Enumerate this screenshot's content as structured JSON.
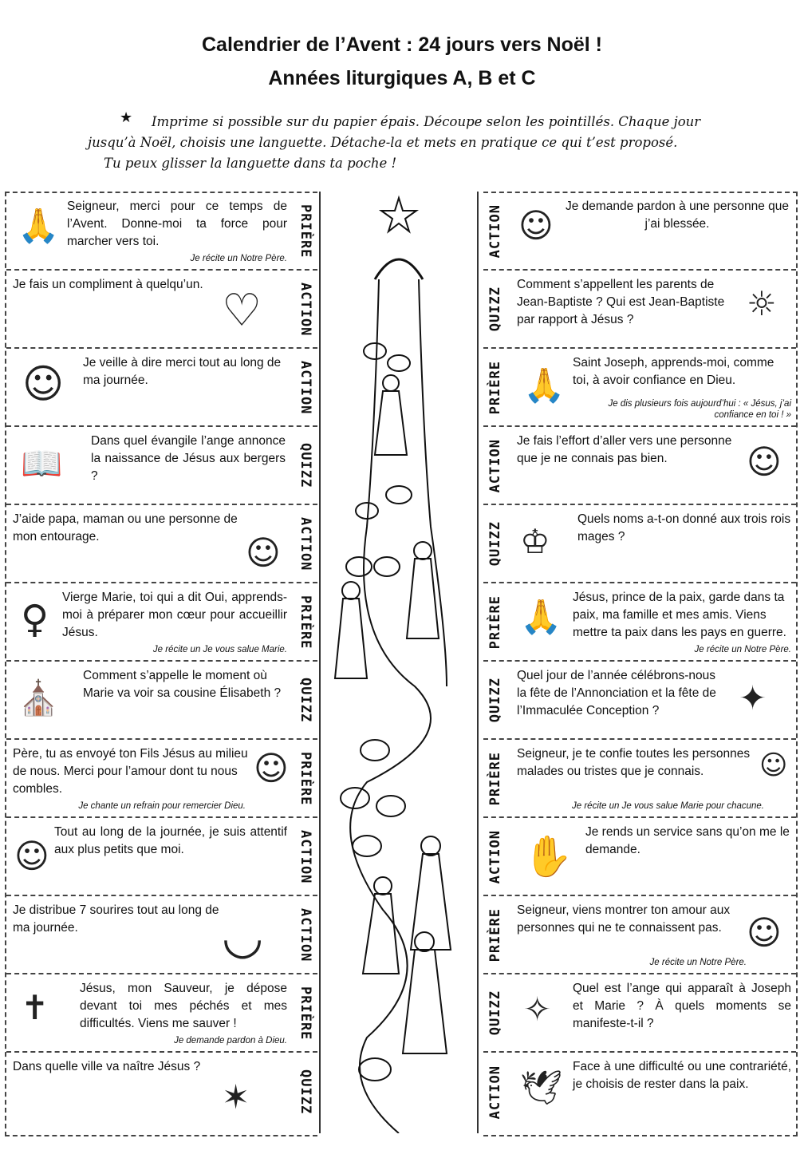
{
  "header": {
    "title_line1": "Calendrier de l’Avent : 24 jours vers Noël !",
    "title_line2": "Années liturgiques A, B et C",
    "intro_line1": "Imprime si possible sur du papier épais. Découpe selon les pointillés. Chaque jour",
    "intro_line2": "jusqu’à Noël, choisis une languette. Détache-la et mets en pratique ce qui t’est proposé.",
    "intro_line3": "Tu peux glisser la languette dans ta poche !"
  },
  "left": [
    {
      "cat": "PRIÈRE",
      "text": "Seigneur, merci pour ce temps de l’Avent. Donne-moi ta force pour marcher vers toi.",
      "sub": "Je récite un Notre Père.",
      "icon": "praying-hands-icon",
      "glyph": "🙏"
    },
    {
      "cat": "ACTION",
      "text": "Je fais un compliment à quelqu’un.",
      "sub": "",
      "icon": "heart-face-icon",
      "glyph": "♡"
    },
    {
      "cat": "ACTION",
      "text": "Je veille à dire merci tout au long de ma journée.",
      "sub": "",
      "icon": "child-merci-icon",
      "glyph": "☺"
    },
    {
      "cat": "QUIZZ",
      "text": "Dans quel évangile l’ange annonce la naissance de Jésus aux bergers ?",
      "sub": "",
      "icon": "bible-candles-icon",
      "glyph": "📖"
    },
    {
      "cat": "ACTION",
      "text": "J’aide papa, maman ou une personne de mon entourage.",
      "sub": "",
      "icon": "helping-child-icon",
      "glyph": "☺"
    },
    {
      "cat": "PRIÈRE",
      "text": "Vierge Marie, toi qui a dit Oui, apprends-moi à préparer mon cœur pour accueillir Jésus.",
      "sub": "Je récite un Je vous salue Marie.",
      "icon": "virgin-mary-icon",
      "glyph": "♀"
    },
    {
      "cat": "QUIZZ",
      "text": "Comment s’appelle le moment où Marie va voir sa cousine Élisabeth ?",
      "sub": "",
      "icon": "visitation-icon",
      "glyph": "⛪"
    },
    {
      "cat": "PRIÈRE",
      "text": "Père, tu as envoyé ton Fils Jésus au milieu de nous. Merci pour l’amour dont tu nous combles.",
      "sub": "Je chante un refrain pour remercier Dieu.",
      "icon": "child-arms-up-icon",
      "glyph": "☺"
    },
    {
      "cat": "ACTION",
      "text": "Tout au long de la journée, je suis attentif aux plus petits que moi.",
      "sub": "",
      "icon": "adult-child-icon",
      "glyph": "☺"
    },
    {
      "cat": "ACTION",
      "text": "Je distribue 7 sourires tout au long de ma journée.",
      "sub": "",
      "icon": "smile-icon",
      "glyph": "◡"
    },
    {
      "cat": "PRIÈRE",
      "text": "Jésus, mon Sauveur, je dépose devant toi mes péchés et mes difficultés. Viens me sauver !",
      "sub": "Je demande pardon à Dieu.",
      "icon": "crucifix-icon",
      "glyph": "✝"
    },
    {
      "cat": "QUIZZ",
      "text": "Dans quelle ville va naître Jésus ?",
      "sub": "",
      "icon": "nativity-icon",
      "glyph": "✶"
    }
  ],
  "right": [
    {
      "cat": "ACTION",
      "text": "Je demande pardon à une personne que j’ai blessée.",
      "sub": "",
      "icon": "two-people-icon",
      "glyph": "☺"
    },
    {
      "cat": "QUIZZ",
      "text": "Comment s’appellent les parents de Jean-Baptiste ? Qui est Jean-Baptiste par rapport à Jésus ?",
      "sub": "",
      "icon": "family-scene-icon",
      "glyph": "☼"
    },
    {
      "cat": "PRIÈRE",
      "text": "Saint Joseph, apprends-moi, comme toi, à avoir confiance en Dieu.",
      "sub": "Je dis plusieurs fois aujourd’hui : « Jésus, j’ai confiance en toi ! »",
      "icon": "praying-hands-icon",
      "glyph": "🙏"
    },
    {
      "cat": "ACTION",
      "text": "Je fais l’effort d’aller vers une personne que je ne connais pas bien.",
      "sub": "",
      "icon": "two-children-icon",
      "glyph": "☺"
    },
    {
      "cat": "QUIZZ",
      "text": "Quels noms a-t-on donné aux trois rois mages ?",
      "sub": "",
      "icon": "magi-icon",
      "glyph": "♔"
    },
    {
      "cat": "PRIÈRE",
      "text": "Jésus, prince de la paix, garde dans ta paix, ma famille et mes amis. Viens mettre ta paix dans les pays en guerre.",
      "sub": "Je récite un Notre Père.",
      "icon": "praying-hands-icon",
      "glyph": "🙏"
    },
    {
      "cat": "QUIZZ",
      "text": "Quel jour de l’année célébrons-nous la fête de l’Annonciation et la fête de l’Immaculée Conception ?",
      "sub": "",
      "icon": "annunciation-icon",
      "glyph": "✦"
    },
    {
      "cat": "PRIÈRE",
      "text": "Seigneur, je te confie toutes les personnes malades ou tristes que je connais.",
      "sub": "Je récite un Je vous salue Marie pour chacune.",
      "icon": "praying-child-icon",
      "glyph": "☺"
    },
    {
      "cat": "ACTION",
      "text": "Je rends un service sans qu’on me le demande.",
      "sub": "",
      "icon": "hand-face-icon",
      "glyph": "✋"
    },
    {
      "cat": "PRIÈRE",
      "text": "Seigneur, viens montrer ton amour aux personnes qui ne te connaissent pas.",
      "sub": "Je récite un Notre Père.",
      "icon": "kneeling-child-icon",
      "glyph": "☺"
    },
    {
      "cat": "QUIZZ",
      "text": "Quel est l’ange qui apparaît à Joseph et Marie ? À quels moments se manifeste-t-il ?",
      "sub": "",
      "icon": "angel-icon",
      "glyph": "✧"
    },
    {
      "cat": "ACTION",
      "text": "Face à une difficulté ou une contrariété, je choisis de rester dans la paix.",
      "sub": "",
      "icon": "dove-icon",
      "glyph": "🕊"
    }
  ]
}
